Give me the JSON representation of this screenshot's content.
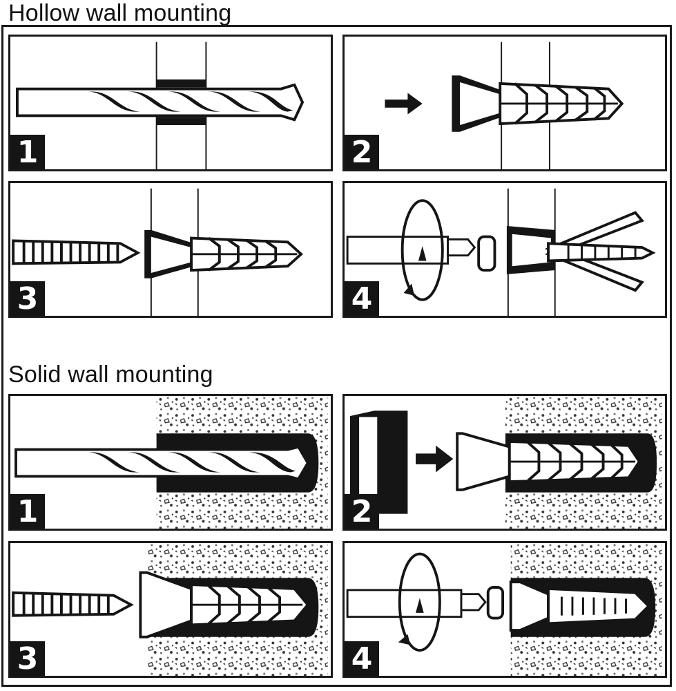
{
  "sections": {
    "hollow": {
      "title": "Hollow wall mounting",
      "steps": [
        {
          "number": "1",
          "icon": "drill-bit-icon"
        },
        {
          "number": "2",
          "icon": "wall-plug-insert-icon"
        },
        {
          "number": "3",
          "icon": "screw-approach-icon"
        },
        {
          "number": "4",
          "icon": "screw-tighten-expand-icon"
        }
      ]
    },
    "solid": {
      "title": "Solid wall mounting",
      "steps": [
        {
          "number": "1",
          "icon": "drill-bit-icon"
        },
        {
          "number": "2",
          "icon": "hammer-plug-icon"
        },
        {
          "number": "3",
          "icon": "screw-approach-icon"
        },
        {
          "number": "4",
          "icon": "screw-tighten-icon"
        }
      ]
    }
  },
  "colors": {
    "ink": "#151515",
    "line": "#1a1a1a",
    "background": "#ffffff",
    "concrete_dots": "#333333"
  }
}
